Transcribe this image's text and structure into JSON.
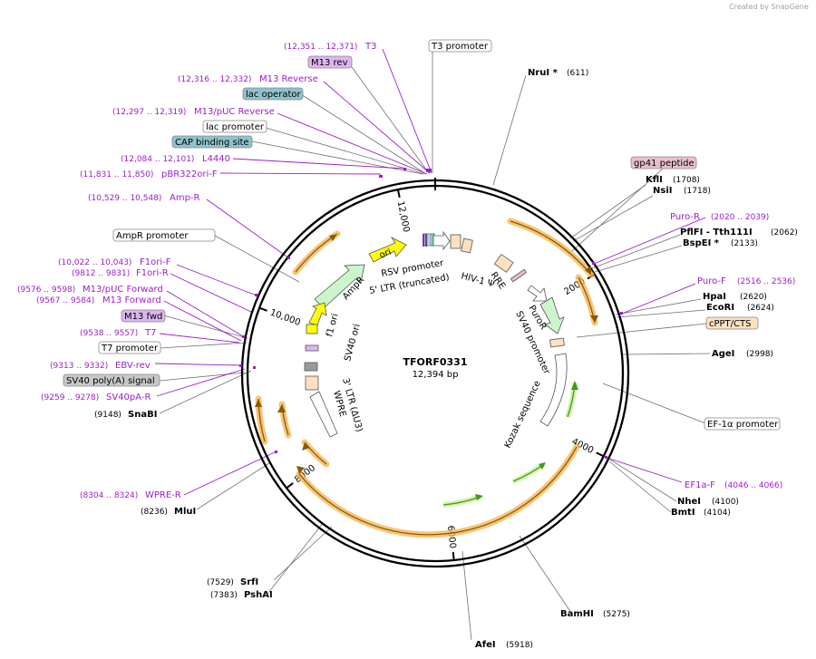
{
  "header": {
    "credit": "Created by SnapGene"
  },
  "plasmid": {
    "name": "TFORF0331",
    "length_label": "12,394 bp",
    "length_bp": 12394
  },
  "ticks": [
    {
      "bp": 2000,
      "label": "2000"
    },
    {
      "bp": 4000,
      "label": "4000"
    },
    {
      "bp": 6000,
      "label": "6000"
    },
    {
      "bp": 8000,
      "label": "8000"
    },
    {
      "bp": 10000,
      "label": "10,000"
    },
    {
      "bp": 12000,
      "label": "12,000"
    }
  ],
  "enzymes": [
    {
      "name": "NruI *",
      "pos": "(611)"
    },
    {
      "name": "KflI",
      "pos": "(1708)"
    },
    {
      "name": "NsiI",
      "pos": "(1718)"
    },
    {
      "name": "PflFI - Tth111I",
      "pos": "(2062)"
    },
    {
      "name": "BspEI *",
      "pos": "(2133)"
    },
    {
      "name": "HpaI",
      "pos": "(2620)"
    },
    {
      "name": "EcoRI",
      "pos": "(2624)"
    },
    {
      "name": "AgeI",
      "pos": "(2998)"
    },
    {
      "name": "NheI",
      "pos": "(4100)"
    },
    {
      "name": "BmtI",
      "pos": "(4104)"
    },
    {
      "name": "BamHI",
      "pos": "(5275)"
    },
    {
      "name": "AfeI",
      "pos": "(5918)"
    },
    {
      "name": "SrfI",
      "pos": "(7529)"
    },
    {
      "name": "PshAI",
      "pos": "(7383)"
    },
    {
      "name": "MluI",
      "pos": "(8236)"
    },
    {
      "name": "SnaBI",
      "pos": "(9148)"
    }
  ],
  "primers": [
    {
      "name": "T3",
      "range": "(12,351 .. 12,371)"
    },
    {
      "name": "M13 Reverse",
      "range": "(12,316 .. 12,332)"
    },
    {
      "name": "M13/pUC Reverse",
      "range": "(12,297 .. 12,319)"
    },
    {
      "name": "L4440",
      "range": "(12,084 .. 12,101)"
    },
    {
      "name": "pBR322ori-F",
      "range": "(11,831 .. 11,850)"
    },
    {
      "name": "Amp-R",
      "range": "(10,529 .. 10,548)"
    },
    {
      "name": "F1ori-F",
      "range": "(10,022 .. 10,043)"
    },
    {
      "name": "F1ori-R",
      "range": "(9812 .. 9831)"
    },
    {
      "name": "M13/pUC Forward",
      "range": "(9576 .. 9598)"
    },
    {
      "name": "M13 Forward",
      "range": "(9567 .. 9584)"
    },
    {
      "name": "T7",
      "range": "(9538 .. 9557)"
    },
    {
      "name": "EBV-rev",
      "range": "(9313 .. 9332)"
    },
    {
      "name": "SV40pA-R",
      "range": "(9259 .. 9278)"
    },
    {
      "name": "WPRE-R",
      "range": "(8304 .. 8324)"
    },
    {
      "name": "Puro-R",
      "range": "(2020 .. 2039)"
    },
    {
      "name": "Puro-F",
      "range": "(2516 .. 2536)"
    },
    {
      "name": "EF1a-F",
      "range": "(4046 .. 4066)"
    }
  ],
  "features_boxed": [
    {
      "name": "T3 promoter"
    },
    {
      "name": "M13 rev"
    },
    {
      "name": "lac operator"
    },
    {
      "name": "lac promoter"
    },
    {
      "name": "CAP binding site"
    },
    {
      "name": "AmpR promoter"
    },
    {
      "name": "M13 fwd"
    },
    {
      "name": "T7 promoter"
    },
    {
      "name": "SV40 poly(A) signal"
    },
    {
      "name": "gp41 peptide"
    },
    {
      "name": "cPPT/CTS"
    },
    {
      "name": "EF-1α promoter"
    }
  ],
  "features_inner": [
    {
      "name": "ori"
    },
    {
      "name": "RSV promoter"
    },
    {
      "name": "5' LTR (truncated)"
    },
    {
      "name": "HIV-1 Ψ"
    },
    {
      "name": "RRE"
    },
    {
      "name": "AmpR"
    },
    {
      "name": "f1 ori"
    },
    {
      "name": "SV40 ori"
    },
    {
      "name": "PuroR"
    },
    {
      "name": "SV40 promoter"
    },
    {
      "name": "Kozak sequence"
    },
    {
      "name": "3' LTR (ΔU3)"
    },
    {
      "name": "WPRE"
    }
  ],
  "colors": {
    "primer": "#9a1fcf",
    "enzyme": "#000000",
    "orf_fill": "#f5b14a",
    "orf_arrow": "#8a5a00",
    "green_arrow": "#3f9a1a",
    "ori_yellow": "#ffff00",
    "ampr_green": "#ccf5cc",
    "ltr_peach": "#fde0c0",
    "box_blue": "#8fc3cc",
    "box_purple": "#dcb6f0",
    "box_pink": "#e8c0cc",
    "box_orange": "#fde0c0",
    "box_grey": "#c8c8c8"
  }
}
